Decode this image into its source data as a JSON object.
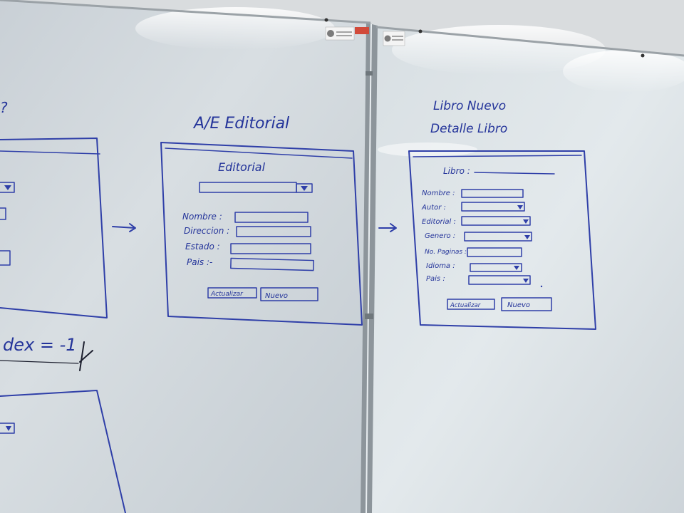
{
  "board": {
    "marker_color": "#2f3fa8",
    "background_left": "#cfd6db",
    "background_right": "#dde4e8"
  },
  "left_fragment": {
    "formula": "dex = -1"
  },
  "editorial_sketch": {
    "heading": "A/E Editorial",
    "form_title": "Editorial",
    "fields": [
      {
        "label": "Nombre :"
      },
      {
        "label": "Direccion :"
      },
      {
        "label": "Estado :"
      },
      {
        "label": "Pais :-"
      }
    ],
    "buttons": [
      "Actualizar",
      "Nuevo"
    ]
  },
  "libro_sketch": {
    "heading_line1": "Libro Nuevo",
    "heading_line2": "Detalle Libro",
    "top_field_label": "Libro :",
    "fields": [
      {
        "label": "Nombre :"
      },
      {
        "label": "Autor :"
      },
      {
        "label": "Editorial :"
      },
      {
        "label": "Genero :"
      },
      {
        "label": "No. Paginas :"
      },
      {
        "label": "Idioma :"
      },
      {
        "label": "Pais :"
      }
    ],
    "buttons": [
      "Actualizar",
      "Nuevo"
    ]
  },
  "icons": {
    "arrow": "right-arrow-icon",
    "dropdown": "dropdown-triangle-icon",
    "sticker": "sticker-label"
  }
}
